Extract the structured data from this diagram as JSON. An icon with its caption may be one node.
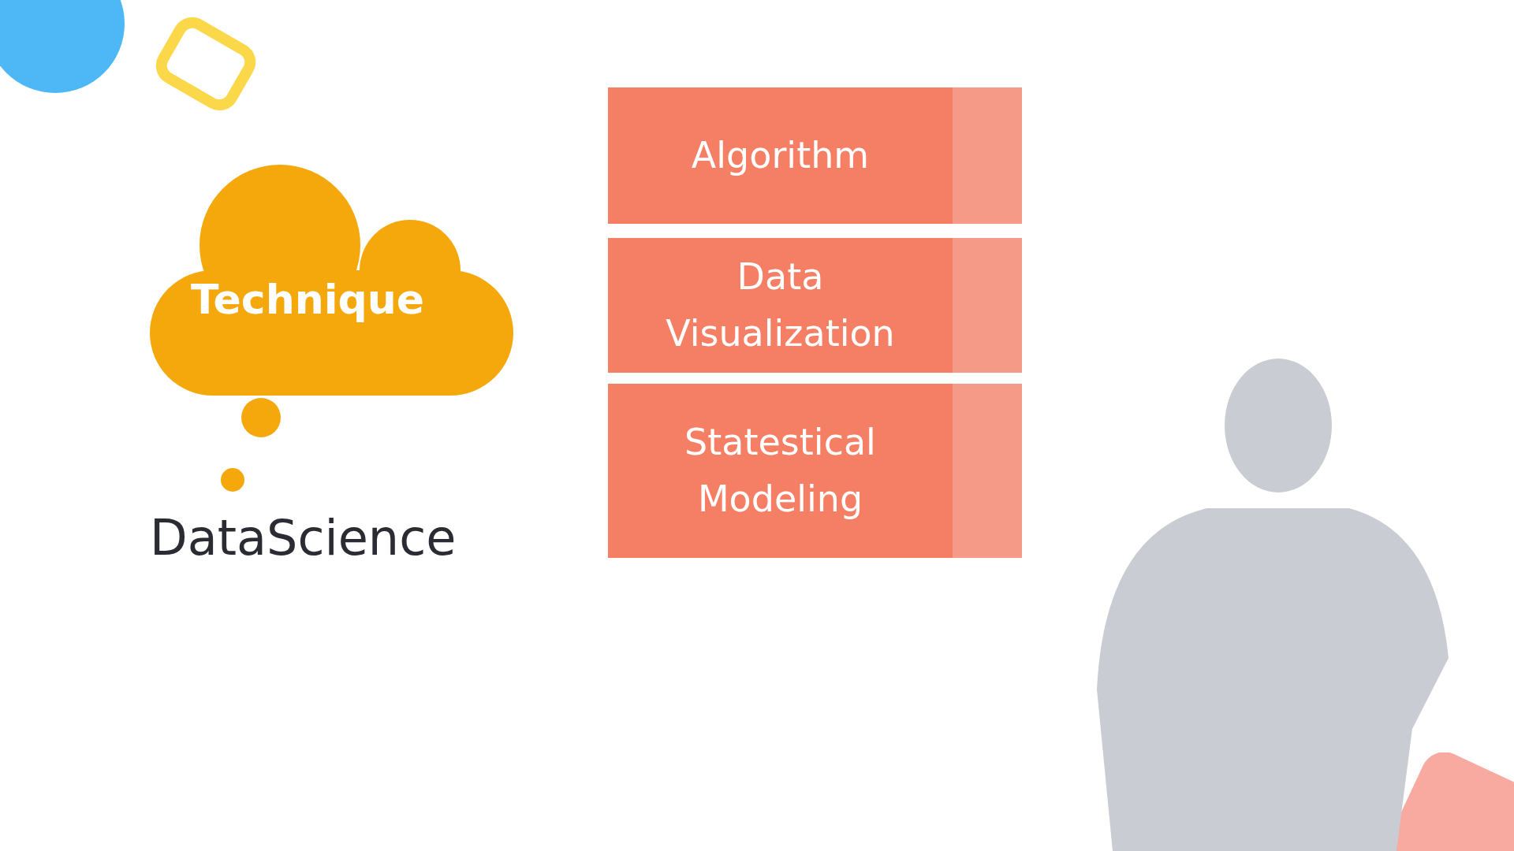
{
  "diagram": {
    "nodes": [
      {
        "text": [
          "Technique"
        ]
      },
      {
        "text": [
          "Algorithm"
        ]
      },
      {
        "text": [
          "Data Visualization"
        ]
      },
      {
        "text": [
          "Statestical Modeling"
        ]
      }
    ],
    "labels": [
      "DataScience"
    ]
  }
}
